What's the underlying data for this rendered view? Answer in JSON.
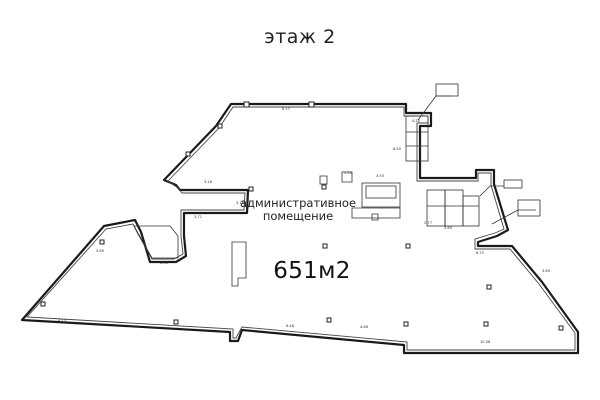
{
  "floor": {
    "title": "этаж 2"
  },
  "main_room": {
    "name_line1": "административное",
    "name_line2": "помещение",
    "area": "651м2"
  },
  "annotations": {
    "dim_a": "6.17",
    "dim_b": "3.18",
    "dim_c": "8.40",
    "dim_d": "6.48",
    "dim_e": "3.71",
    "dim_f": "3.16",
    "dim_g": "6.13",
    "dim_h": "2.40",
    "dim_i": "3.55",
    "dim_j": "6.75",
    "dim_k": "3.89",
    "dim_l": "3.69",
    "dim_m": "10.56",
    "dim_n": "2.77",
    "dim_o": "3.89",
    "dim_p": "2.15",
    "dim_q": "4.30",
    "dim_r": "4.86"
  }
}
